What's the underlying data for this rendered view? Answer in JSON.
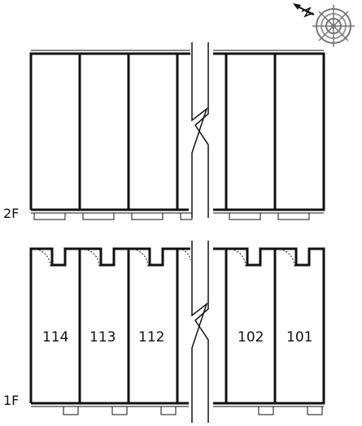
{
  "floors": {
    "second": {
      "label": "2F"
    },
    "first": {
      "label": "1F"
    }
  },
  "units": [
    {
      "id": "114"
    },
    {
      "id": "113"
    },
    {
      "id": "112"
    },
    {
      "id": "102"
    },
    {
      "id": "101"
    }
  ],
  "compass": {
    "icon": "compass-rose-icon",
    "arrow": "north-arrow-icon"
  }
}
